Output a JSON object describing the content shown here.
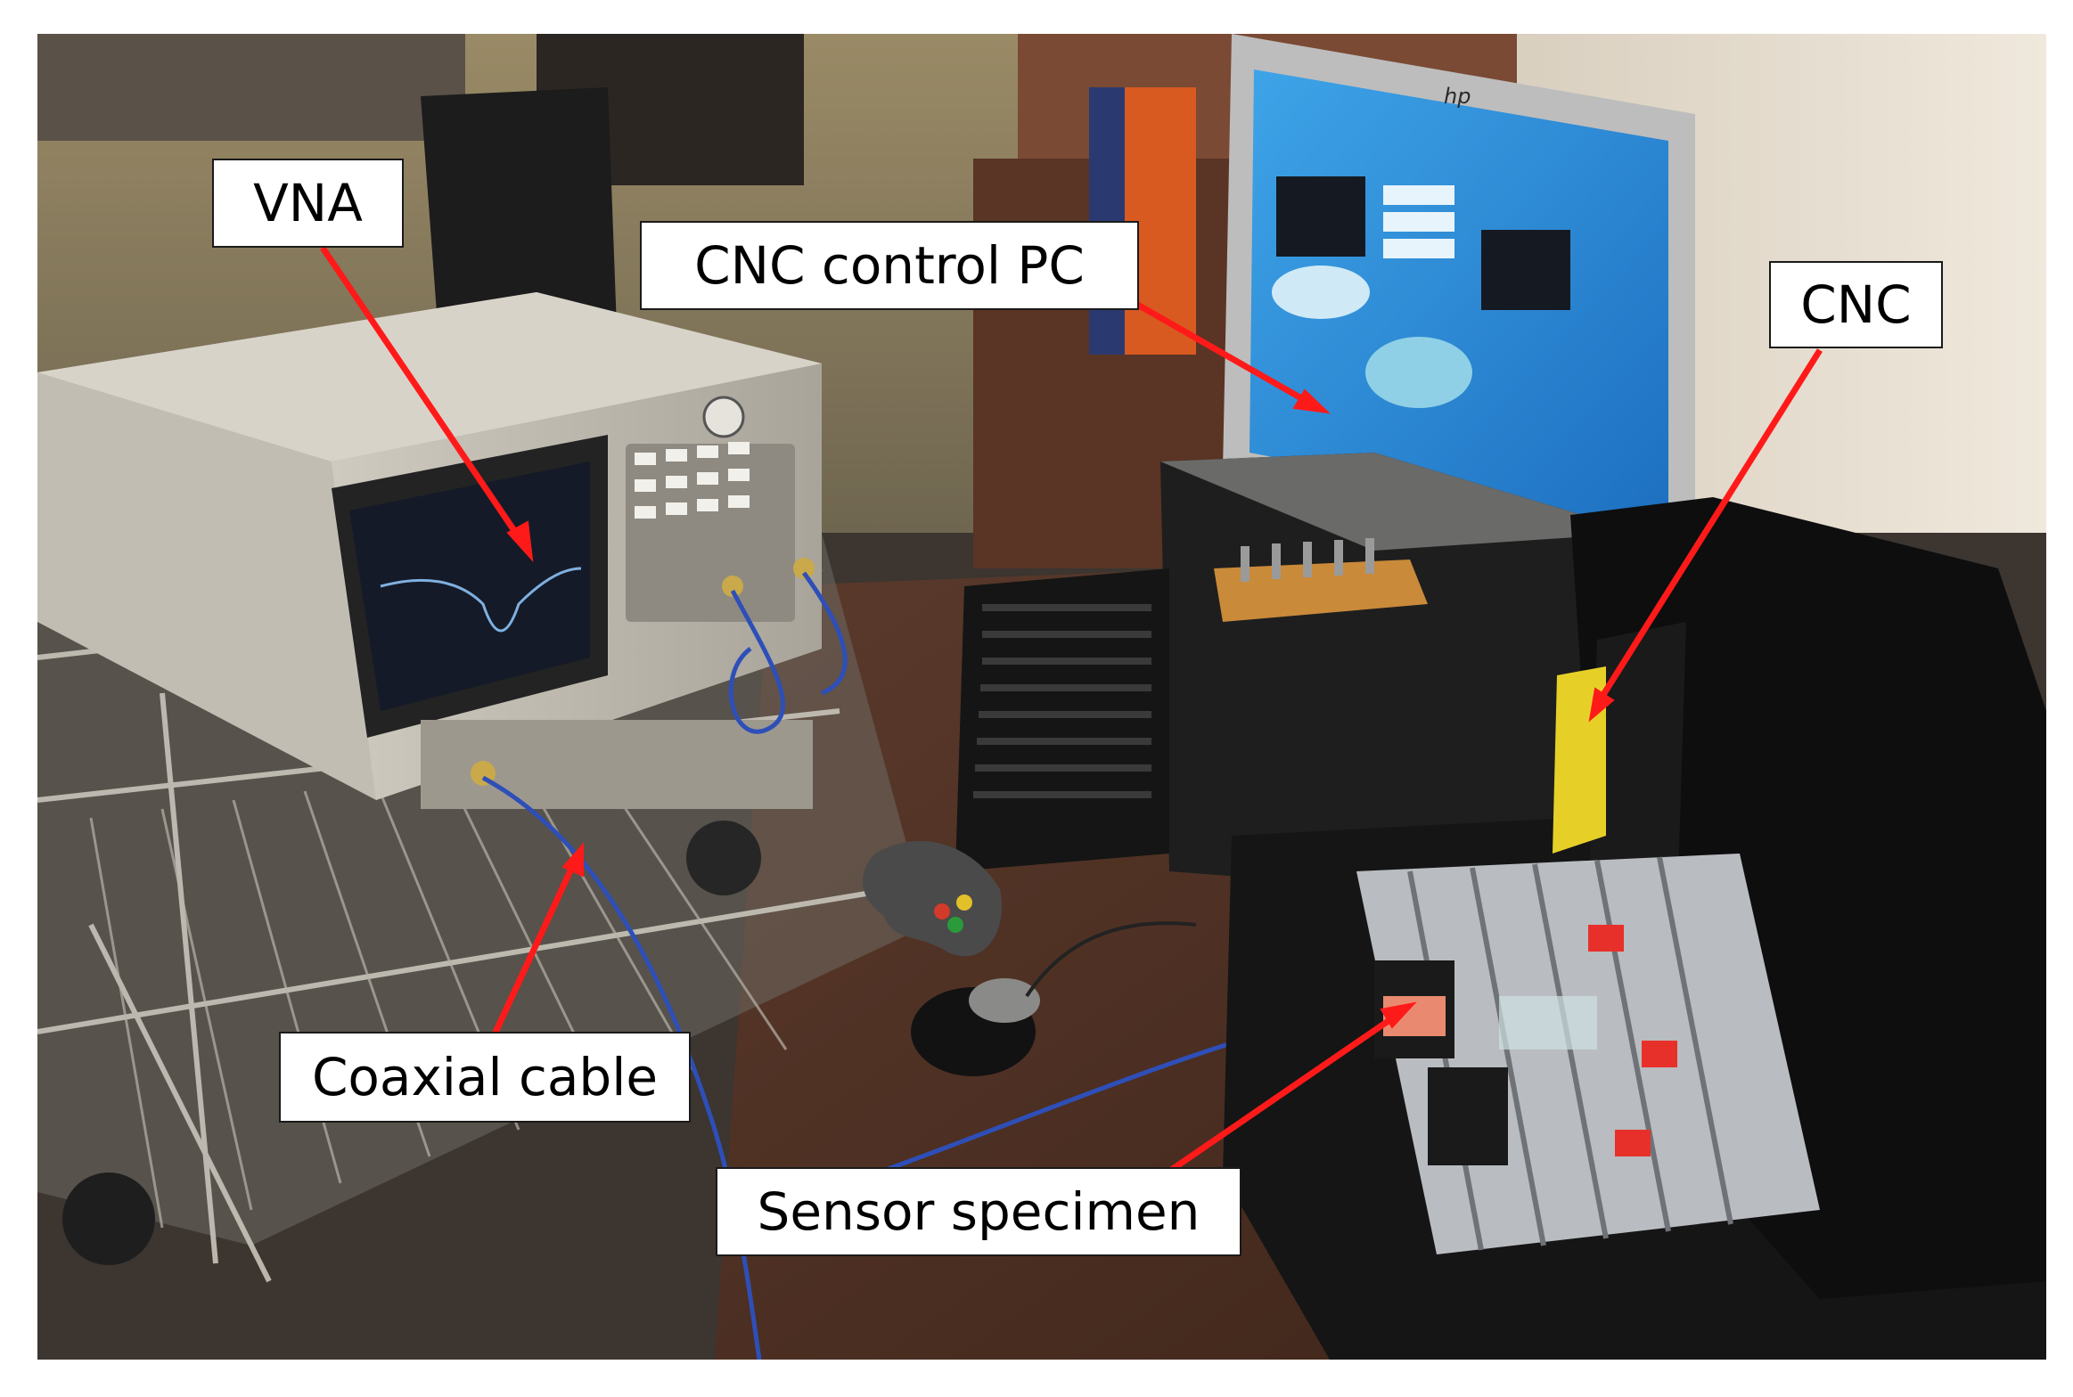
{
  "figure": {
    "labels": {
      "vna": "VNA",
      "control_pc": "CNC control PC",
      "cnc": "CNC",
      "coaxial_cable": "Coaxial cable",
      "sensor_specimen": "Sensor specimen"
    },
    "arrow_color": "#ff1a1a",
    "label_background": "#ffffff",
    "monitor_brand": "hp"
  }
}
